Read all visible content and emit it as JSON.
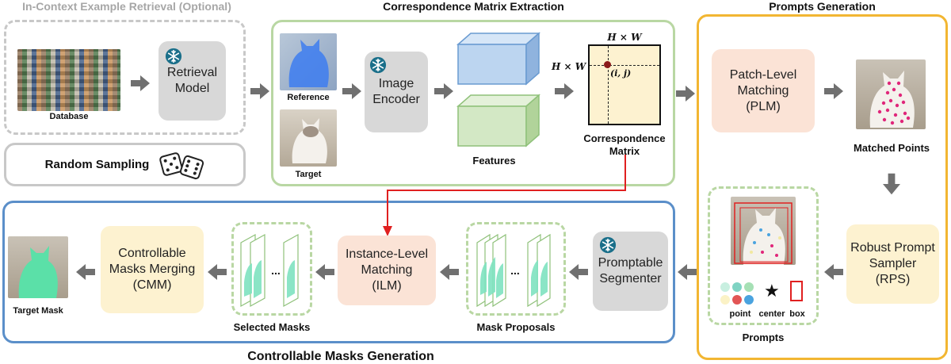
{
  "sections": {
    "retrieval_title": "In-Context Example Retrieval (Optional)",
    "correspondence_title": "Correspondence Matrix Extraction",
    "prompts_title": "Prompts Generation",
    "masks_title": "Controllable Masks Generation"
  },
  "retrieval": {
    "database_label": "Database",
    "model_line1": "Retrieval",
    "model_line2": "Model",
    "random_sampling": "Random Sampling"
  },
  "correspondence": {
    "reference_label": "Reference",
    "target_label": "Target",
    "encoder_line1": "Image",
    "encoder_line2": "Encoder",
    "features_label": "Features",
    "matrix_top": "H × W",
    "matrix_left": "H × W",
    "matrix_point": "(i, j)",
    "matrix_label_line1": "Correspondence",
    "matrix_label_line2": "Matrix"
  },
  "prompts": {
    "plm_line1": "Patch-Level",
    "plm_line2": "Matching",
    "plm_line3": "(PLM)",
    "matched_points": "Matched Points",
    "rps_line1": "Robust Prompt",
    "rps_line2": "Sampler",
    "rps_line3": "(RPS)",
    "legend_point": "point",
    "legend_center": "center",
    "legend_box": "box",
    "prompts_label": "Prompts"
  },
  "masks": {
    "segmenter_line1": "Promptable",
    "segmenter_line2": "Segmenter",
    "proposals_label": "Mask Proposals",
    "ilm_line1": "Instance-Level",
    "ilm_line2": "Matching",
    "ilm_line3": "(ILM)",
    "selected_label": "Selected Masks",
    "cmm_line1": "Controllable",
    "cmm_line2": "Masks Merging",
    "cmm_line3": "(CMM)",
    "target_mask_label": "Target Mask",
    "ellipsis": "..."
  },
  "colors": {
    "green_border": "#b9d7a3",
    "blue_border": "#5b8fc9",
    "orange_border": "#f2b632",
    "red_arrow": "#e02020",
    "arrow_gray": "#707070"
  }
}
